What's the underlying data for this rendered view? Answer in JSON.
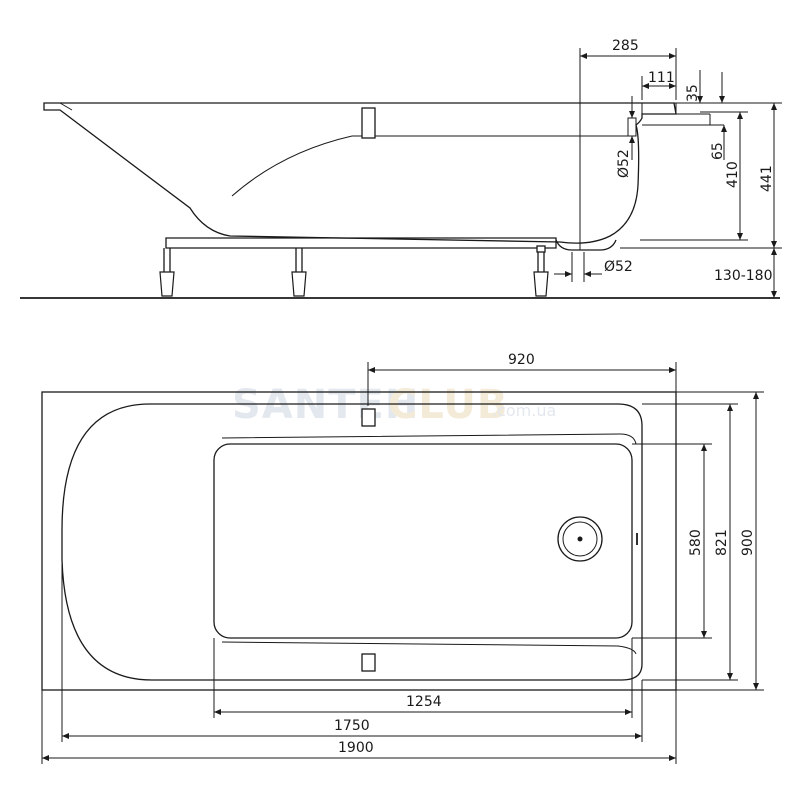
{
  "watermark": {
    "part1": "SANTEH",
    "part2": "CLUB",
    "domain": ".com.ua",
    "colors": {
      "part1": "#e3e8ef",
      "part2": "#f3ead7"
    }
  },
  "side_view": {
    "dimensions": {
      "rim_to_drain_horizontal": "285",
      "rim_width": "111",
      "rim_thickness": "35",
      "overflow_offset": "65",
      "inner_depth": "410",
      "total_height": "441",
      "leg_height_range": "130-180",
      "overflow_diameter": "Ø52",
      "drain_diameter": "Ø52"
    }
  },
  "top_view": {
    "dimensions": {
      "handle_distance": "920",
      "floor_width": "580",
      "inner_width": "821",
      "outer_width": "900",
      "floor_length": "1254",
      "inner_length": "1750",
      "outer_length": "1900"
    }
  }
}
